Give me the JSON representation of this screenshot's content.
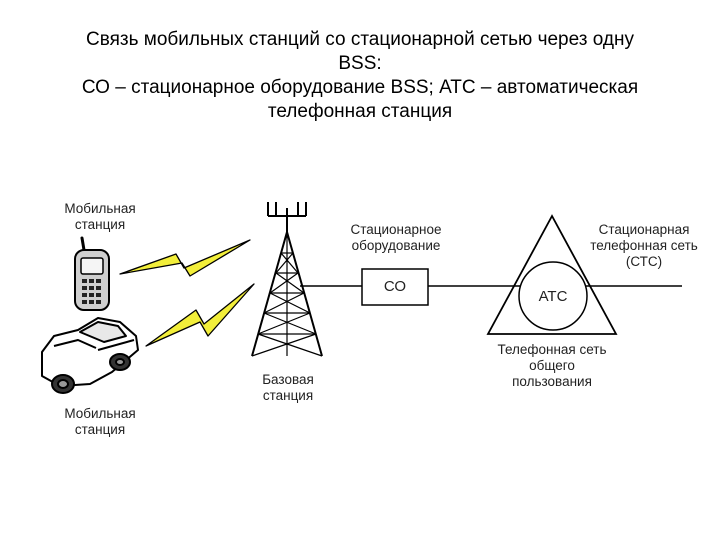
{
  "title": {
    "line1": "Связь мобильных станций со стационарной сетью через одну",
    "line2": "BSS:",
    "line3": "СО – стационарное оборудование BSS; АТС – автоматическая",
    "line4": "телефонная станция"
  },
  "labels": {
    "mobile_top_1": "Мобильная",
    "mobile_top_2": "станция",
    "mobile_bottom_1": "Мобильная",
    "mobile_bottom_2": "станция",
    "base_1": "Базовая",
    "base_2": "станция",
    "equipment_1": "Стационарное",
    "equipment_2": "оборудование",
    "co_box": "СО",
    "atc": "АТС",
    "pstn_1": "Стационарная",
    "pstn_2": "телефонная сеть",
    "pstn_3": "(СТС)",
    "public_1": "Телефонная сеть",
    "public_2": "общего",
    "public_3": "пользования"
  },
  "icons": {
    "phone": "mobile-phone-icon",
    "car": "car-icon",
    "tower": "antenna-tower-icon",
    "lightning": "radio-link-icon"
  },
  "colors": {
    "lightning": "#f2ee3a",
    "lines": "#000000"
  }
}
